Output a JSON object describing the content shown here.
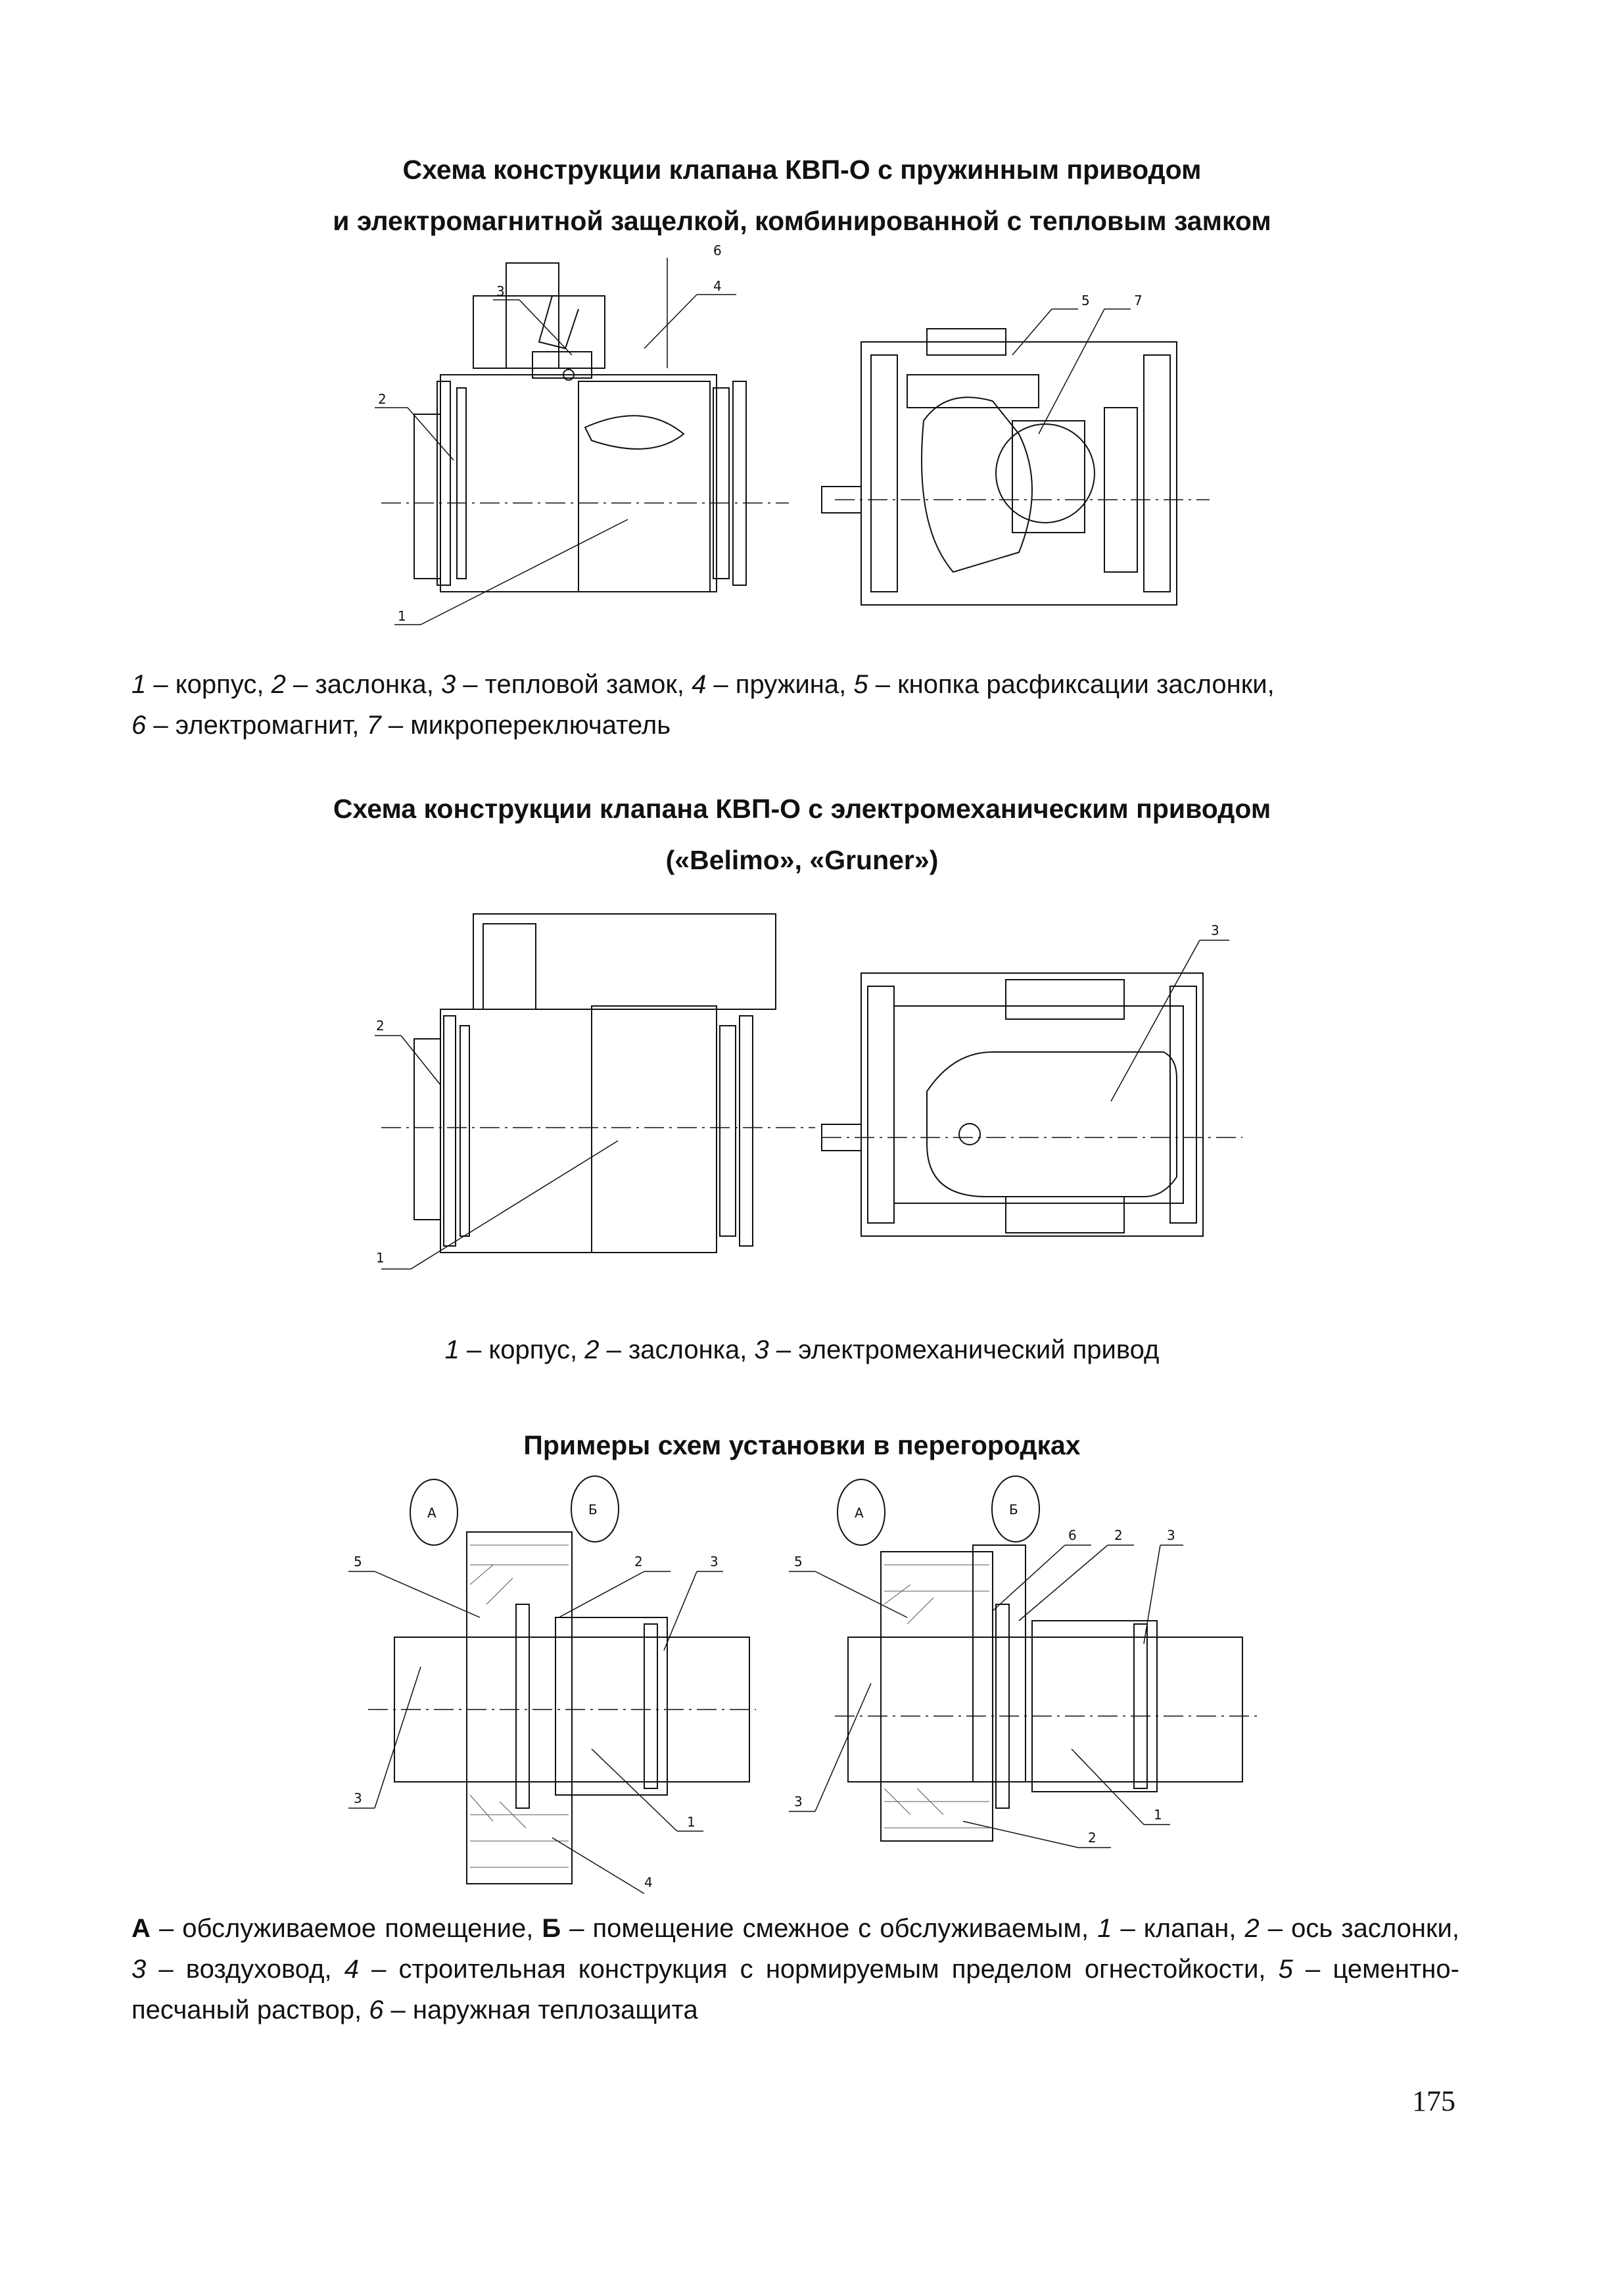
{
  "section1": {
    "title_line1": "Схема конструкции клапана КВП-О с пружинным приводом",
    "title_line2": "и электромагнитной защелкой, комбинированной с тепловым замком",
    "labels": [
      "1",
      "2",
      "3",
      "4",
      "5",
      "6",
      "7"
    ],
    "legend": [
      {
        "num": "1",
        "text": "корпус"
      },
      {
        "num": "2",
        "text": "заслонка"
      },
      {
        "num": "3",
        "text": "тепловой замок"
      },
      {
        "num": "4",
        "text": "пружина"
      },
      {
        "num": "5",
        "text": "кнопка расфиксации заслонки"
      },
      {
        "num": "6",
        "text": "электромагнит"
      },
      {
        "num": "7",
        "text": "микропереключатель"
      }
    ]
  },
  "section2": {
    "title_line1": "Схема конструкции клапана КВП-О с электромеханическим приводом",
    "title_line2": "(«Belimo», «Gruner»)",
    "labels": [
      "1",
      "2",
      "3"
    ],
    "legend": [
      {
        "num": "1",
        "text": "корпус"
      },
      {
        "num": "2",
        "text": "заслонка"
      },
      {
        "num": "3",
        "text": "электромеханический привод"
      }
    ]
  },
  "section3": {
    "title": "Примеры схем установки в перегородках",
    "zone_a": "А",
    "zone_b": "Б",
    "labels_left": [
      "5",
      "2",
      "3",
      "3",
      "1",
      "4"
    ],
    "labels_right": [
      "5",
      "6",
      "2",
      "3",
      "3",
      "1",
      "2"
    ],
    "legend": [
      {
        "num": "А",
        "text": "обслуживаемое помещение",
        "bold": true
      },
      {
        "num": "Б",
        "text": "помещение смежное с обслуживаемым",
        "bold": true
      },
      {
        "num": "1",
        "text": "клапан"
      },
      {
        "num": "2",
        "text": "ось заслонки"
      },
      {
        "num": "3",
        "text": "воздуховод"
      },
      {
        "num": "4",
        "text": "строительная конструкция с нормируемым пределом огнестойкости"
      },
      {
        "num": "5",
        "text": "цементно-песчаный раствор"
      },
      {
        "num": "6",
        "text": "наружная теплозащита"
      }
    ]
  },
  "page_number": "175"
}
